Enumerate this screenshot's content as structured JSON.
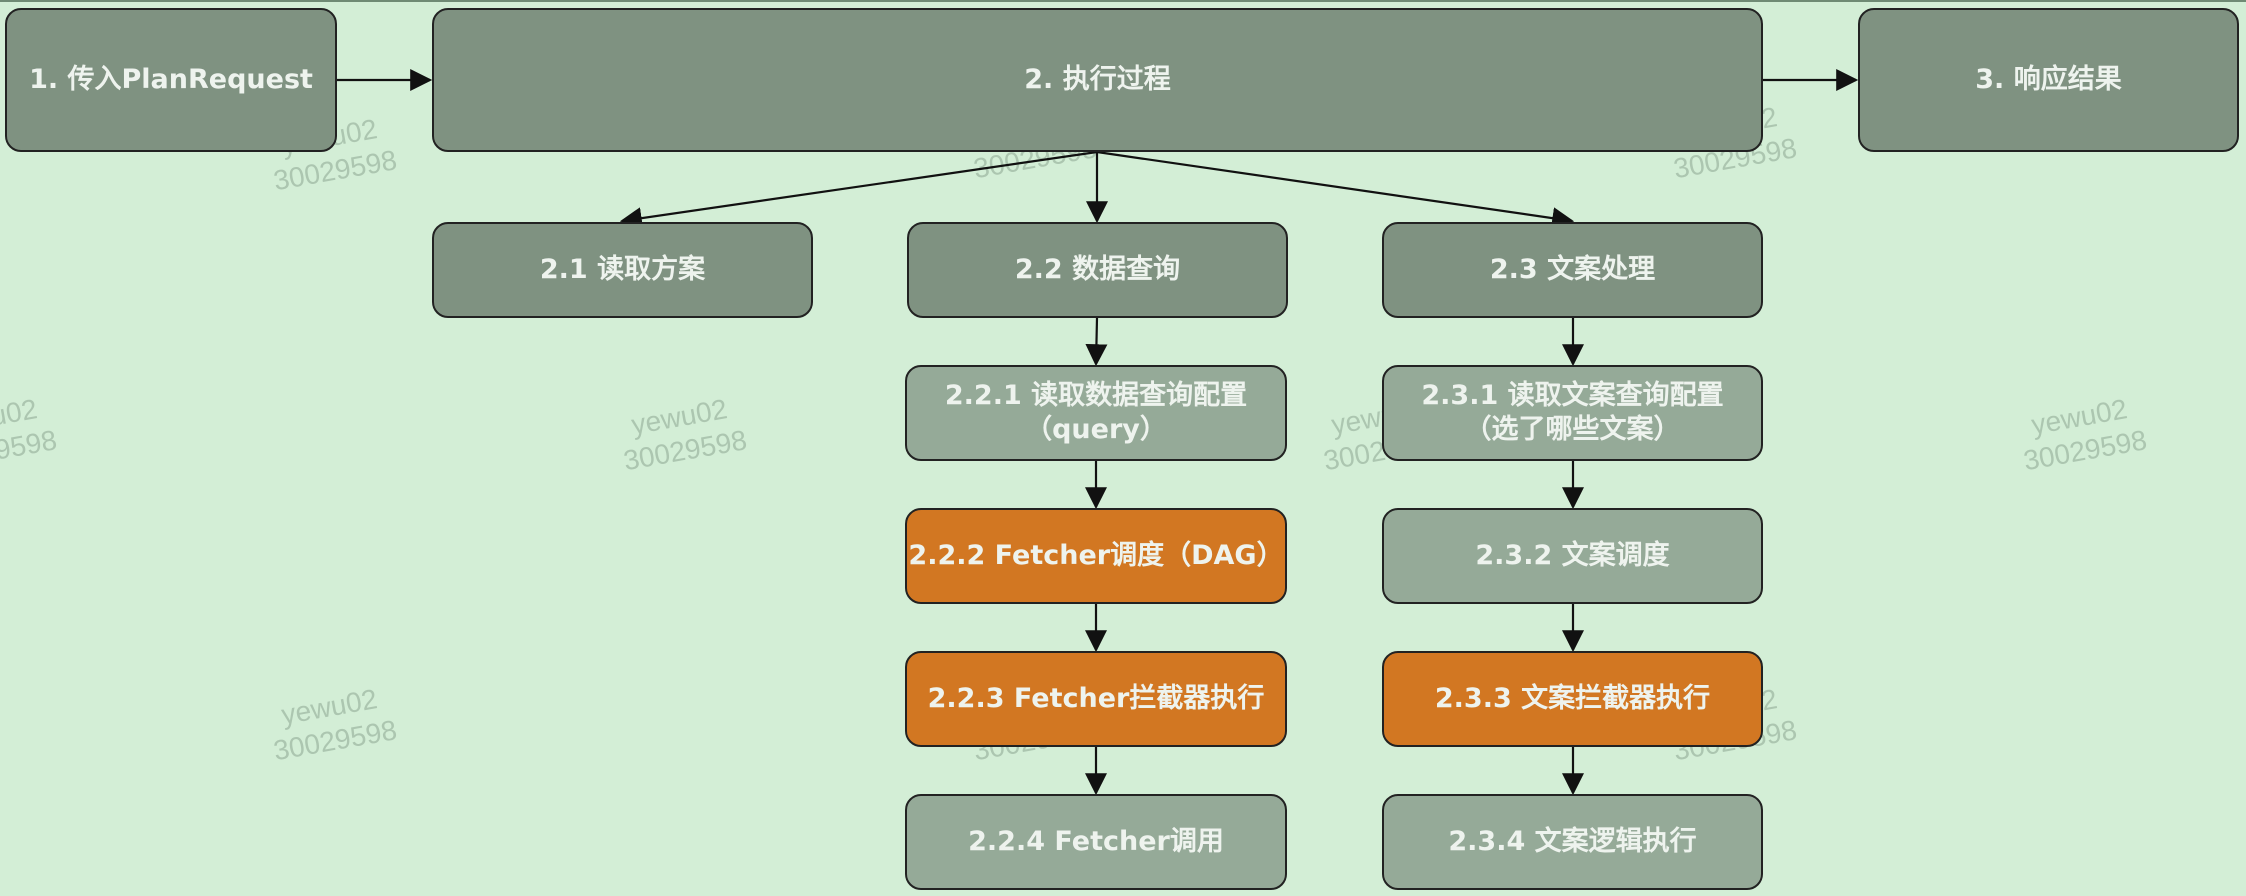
{
  "nodes": {
    "n1": "1. 传入PlanRequest",
    "n2": "2. 执行过程",
    "n3": "3. 响应结果",
    "n21": "2.1 读取方案",
    "n22": "2.2 数据查询",
    "n23": "2.3 文案处理",
    "n221": "2.2.1 读取数据查询配置\n（query）",
    "n222": "2.2.2 Fetcher调度（DAG）",
    "n223": "2.2.3 Fetcher拦截器执行",
    "n224": "2.2.4 Fetcher调用",
    "n231": "2.3.1 读取文案查询配置\n（选了哪些文案）",
    "n232": "2.3.2 文案调度",
    "n233": "2.3.3 文案拦截器执行",
    "n234": "2.3.4 文案逻辑执行"
  },
  "watermark": {
    "user": "yewu02",
    "id": "30029598"
  },
  "colors": {
    "background": "#d3eed6",
    "dark_node": "#7f9281",
    "light_node": "#95aa98",
    "highlight_node": "#d27722",
    "text": "#eef3ee",
    "edge": "#111111"
  }
}
